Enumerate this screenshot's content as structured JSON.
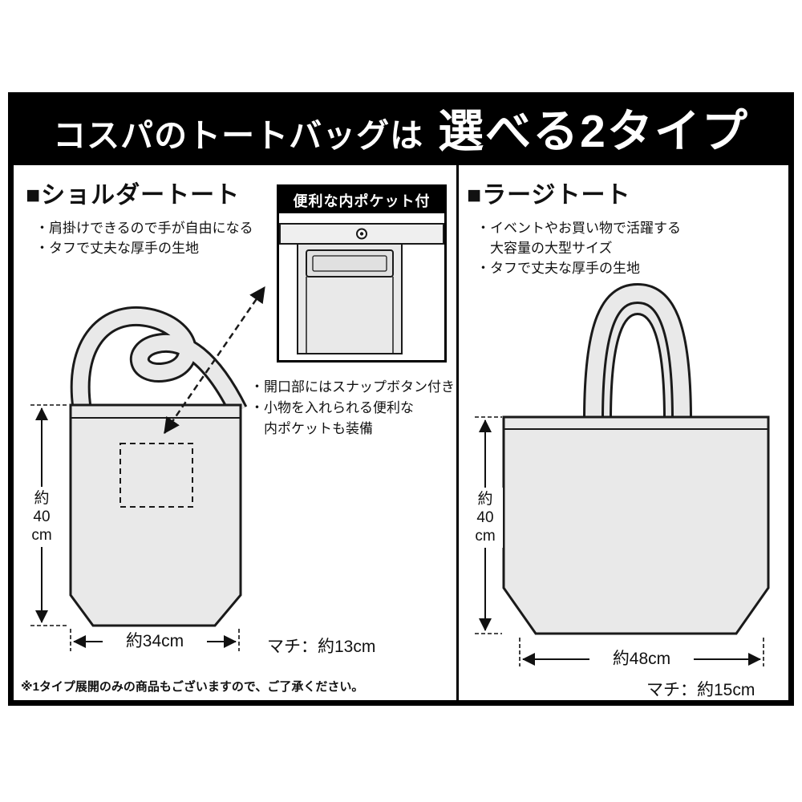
{
  "banner": {
    "prefix": "コスパのトートバッグは",
    "highlight": "選べる2タイプ"
  },
  "shoulder": {
    "heading": "■ショルダートート",
    "features": [
      "・肩掛けできるので手が自由になる",
      "・タフで丈夫な厚手の生地"
    ],
    "inset_title": "便利な内ポケット付",
    "pocket_notes": [
      "・開口部にはスナップボタン付き",
      "・小物を入れられる便利な",
      "　内ポケットも装備"
    ],
    "height_label": [
      "約",
      "40",
      "cm"
    ],
    "width_label": "約34cm",
    "gusset_label": "マチ：約13cm"
  },
  "large": {
    "heading": "■ラージトート",
    "features": [
      "・イベントやお買い物で活躍する",
      "　大容量の大型サイズ",
      "・タフで丈夫な厚手の生地"
    ],
    "height_label": [
      "約",
      "40",
      "cm"
    ],
    "width_label": "約48cm",
    "gusset_label": "マチ：約15cm"
  },
  "footnote": "※1タイプ展開のみの商品もございますので、ご了承ください。",
  "colors": {
    "banner_bg": "#000000",
    "banner_text": "#ffffff",
    "bag_fill": "#e9e9e9",
    "outline": "#1a1a1a"
  }
}
